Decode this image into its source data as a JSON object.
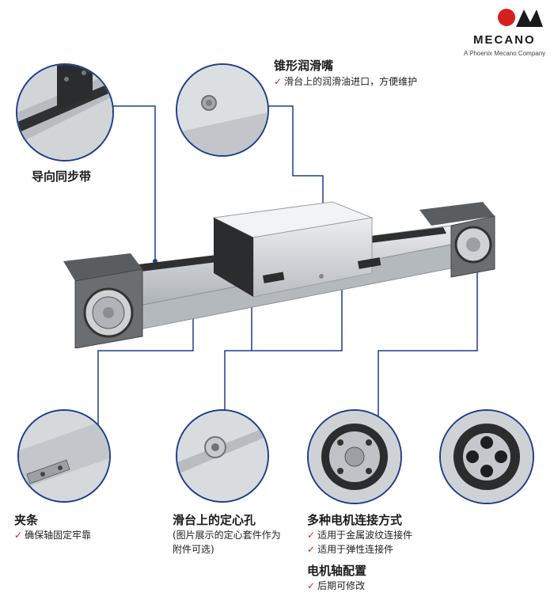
{
  "brand": {
    "name": "MECANO",
    "tagline": "A Phoenix Mecano Company",
    "accent": "#d62020"
  },
  "callouts": {
    "lube": {
      "title": "锥形润滑嘴",
      "bullets": [
        "滑台上的润滑油进口，方便维护"
      ]
    },
    "belt": {
      "title": "导向同步带"
    },
    "clamp": {
      "title": "夹条",
      "bullets": [
        "确保轴固定牢靠"
      ]
    },
    "center_hole": {
      "title": "滑台上的定心孔",
      "note": "(图片展示的定心套件作为附件可选)"
    },
    "motor": {
      "title": "多种电机连接方式",
      "bullets": [
        "适用于金属波纹连接件",
        "适用于弹性连接件"
      ]
    },
    "shaft": {
      "title": "电机轴配置",
      "bullets": [
        "后期可修改"
      ]
    }
  },
  "colors": {
    "line": "#1f3e8a",
    "check": "#d62020"
  }
}
